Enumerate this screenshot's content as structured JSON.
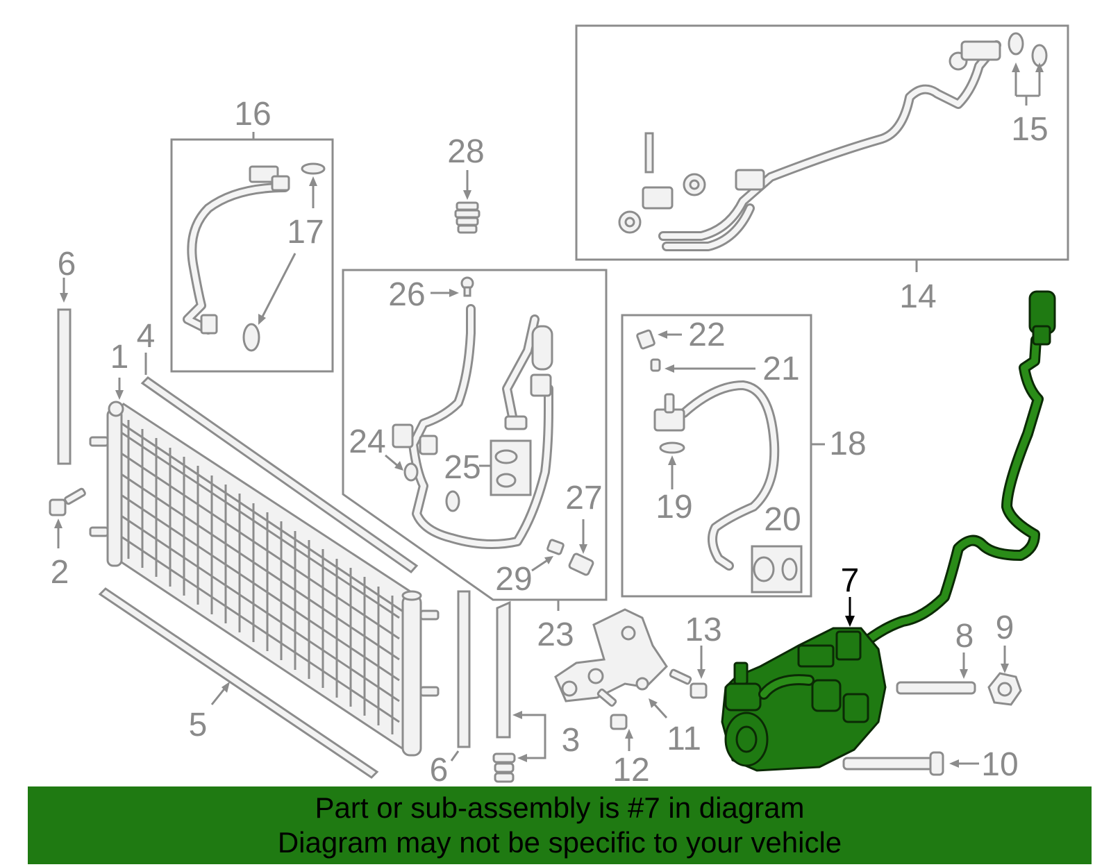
{
  "callouts": {
    "c1": "1",
    "c2": "2",
    "c3": "3",
    "c4": "4",
    "c5": "5",
    "c6a": "6",
    "c6b": "6",
    "c7": "7",
    "c8": "8",
    "c9": "9",
    "c10": "10",
    "c11": "11",
    "c12": "12",
    "c13": "13",
    "c14": "14",
    "c15": "15",
    "c16": "16",
    "c17": "17",
    "c18": "18",
    "c19": "19",
    "c20": "20",
    "c21": "21",
    "c22": "22",
    "c23": "23",
    "c24": "24",
    "c25": "25",
    "c26": "26",
    "c27": "27",
    "c28": "28",
    "c29": "29"
  },
  "highlight": {
    "part": "7",
    "color": "#1f7a12"
  },
  "banner": {
    "line1": "Part or sub-assembly is #7 in diagram",
    "line2": "Diagram may not be specific to your vehicle"
  }
}
